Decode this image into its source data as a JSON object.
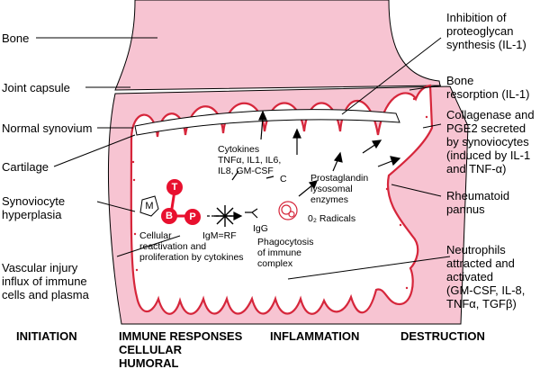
{
  "labels_left": [
    "Bone",
    "Joint capsule",
    "Normal synovium",
    "Cartilage",
    "Synoviocyte\nhyperplasia",
    "Vascular injury\ninflux of immune\ncells and plasma"
  ],
  "labels_right": [
    "Inhibition of\nproteoglycan\nsynthesis (IL-1)",
    "Bone\nresorption (IL-1)",
    "Collagenase and\nPGE2 secreted\nby synoviocytes\n(induced by IL-1\nand TNF-α)",
    "Rheumatoid\npannus",
    "Neutrophils\nattracted and\nactivated\n(GM-CSF, IL-8,\nTNFα, TGFβ)"
  ],
  "inner_labels": {
    "cytokines": "Cytokines\nTNFα, IL1, IL6,\nIL8, GM-CSF",
    "c": "C",
    "prostaglandin": "Prostaglandin\nlysosomal\nenzymes",
    "radicals": "0₂ Radicals",
    "igm": "IgM=RF",
    "igg": "IgG",
    "phagocytosis": "Phagocytosis\nof immune\ncomplex",
    "reactivation": "Cellular\nreactivation and\nproliferation by cytokines"
  },
  "cells": {
    "t": "T",
    "b": "B",
    "p": "P",
    "m": "M"
  },
  "stages": [
    "INITIATION",
    "IMMUNE RESPONSES\nCELLULAR\nHUMORAL",
    "INFLAMMATION",
    "DESTRUCTION"
  ],
  "colors": {
    "tissue_pink": "#f7c4d2",
    "lining_red": "#d6263b",
    "cell_red": "#e8102e"
  }
}
